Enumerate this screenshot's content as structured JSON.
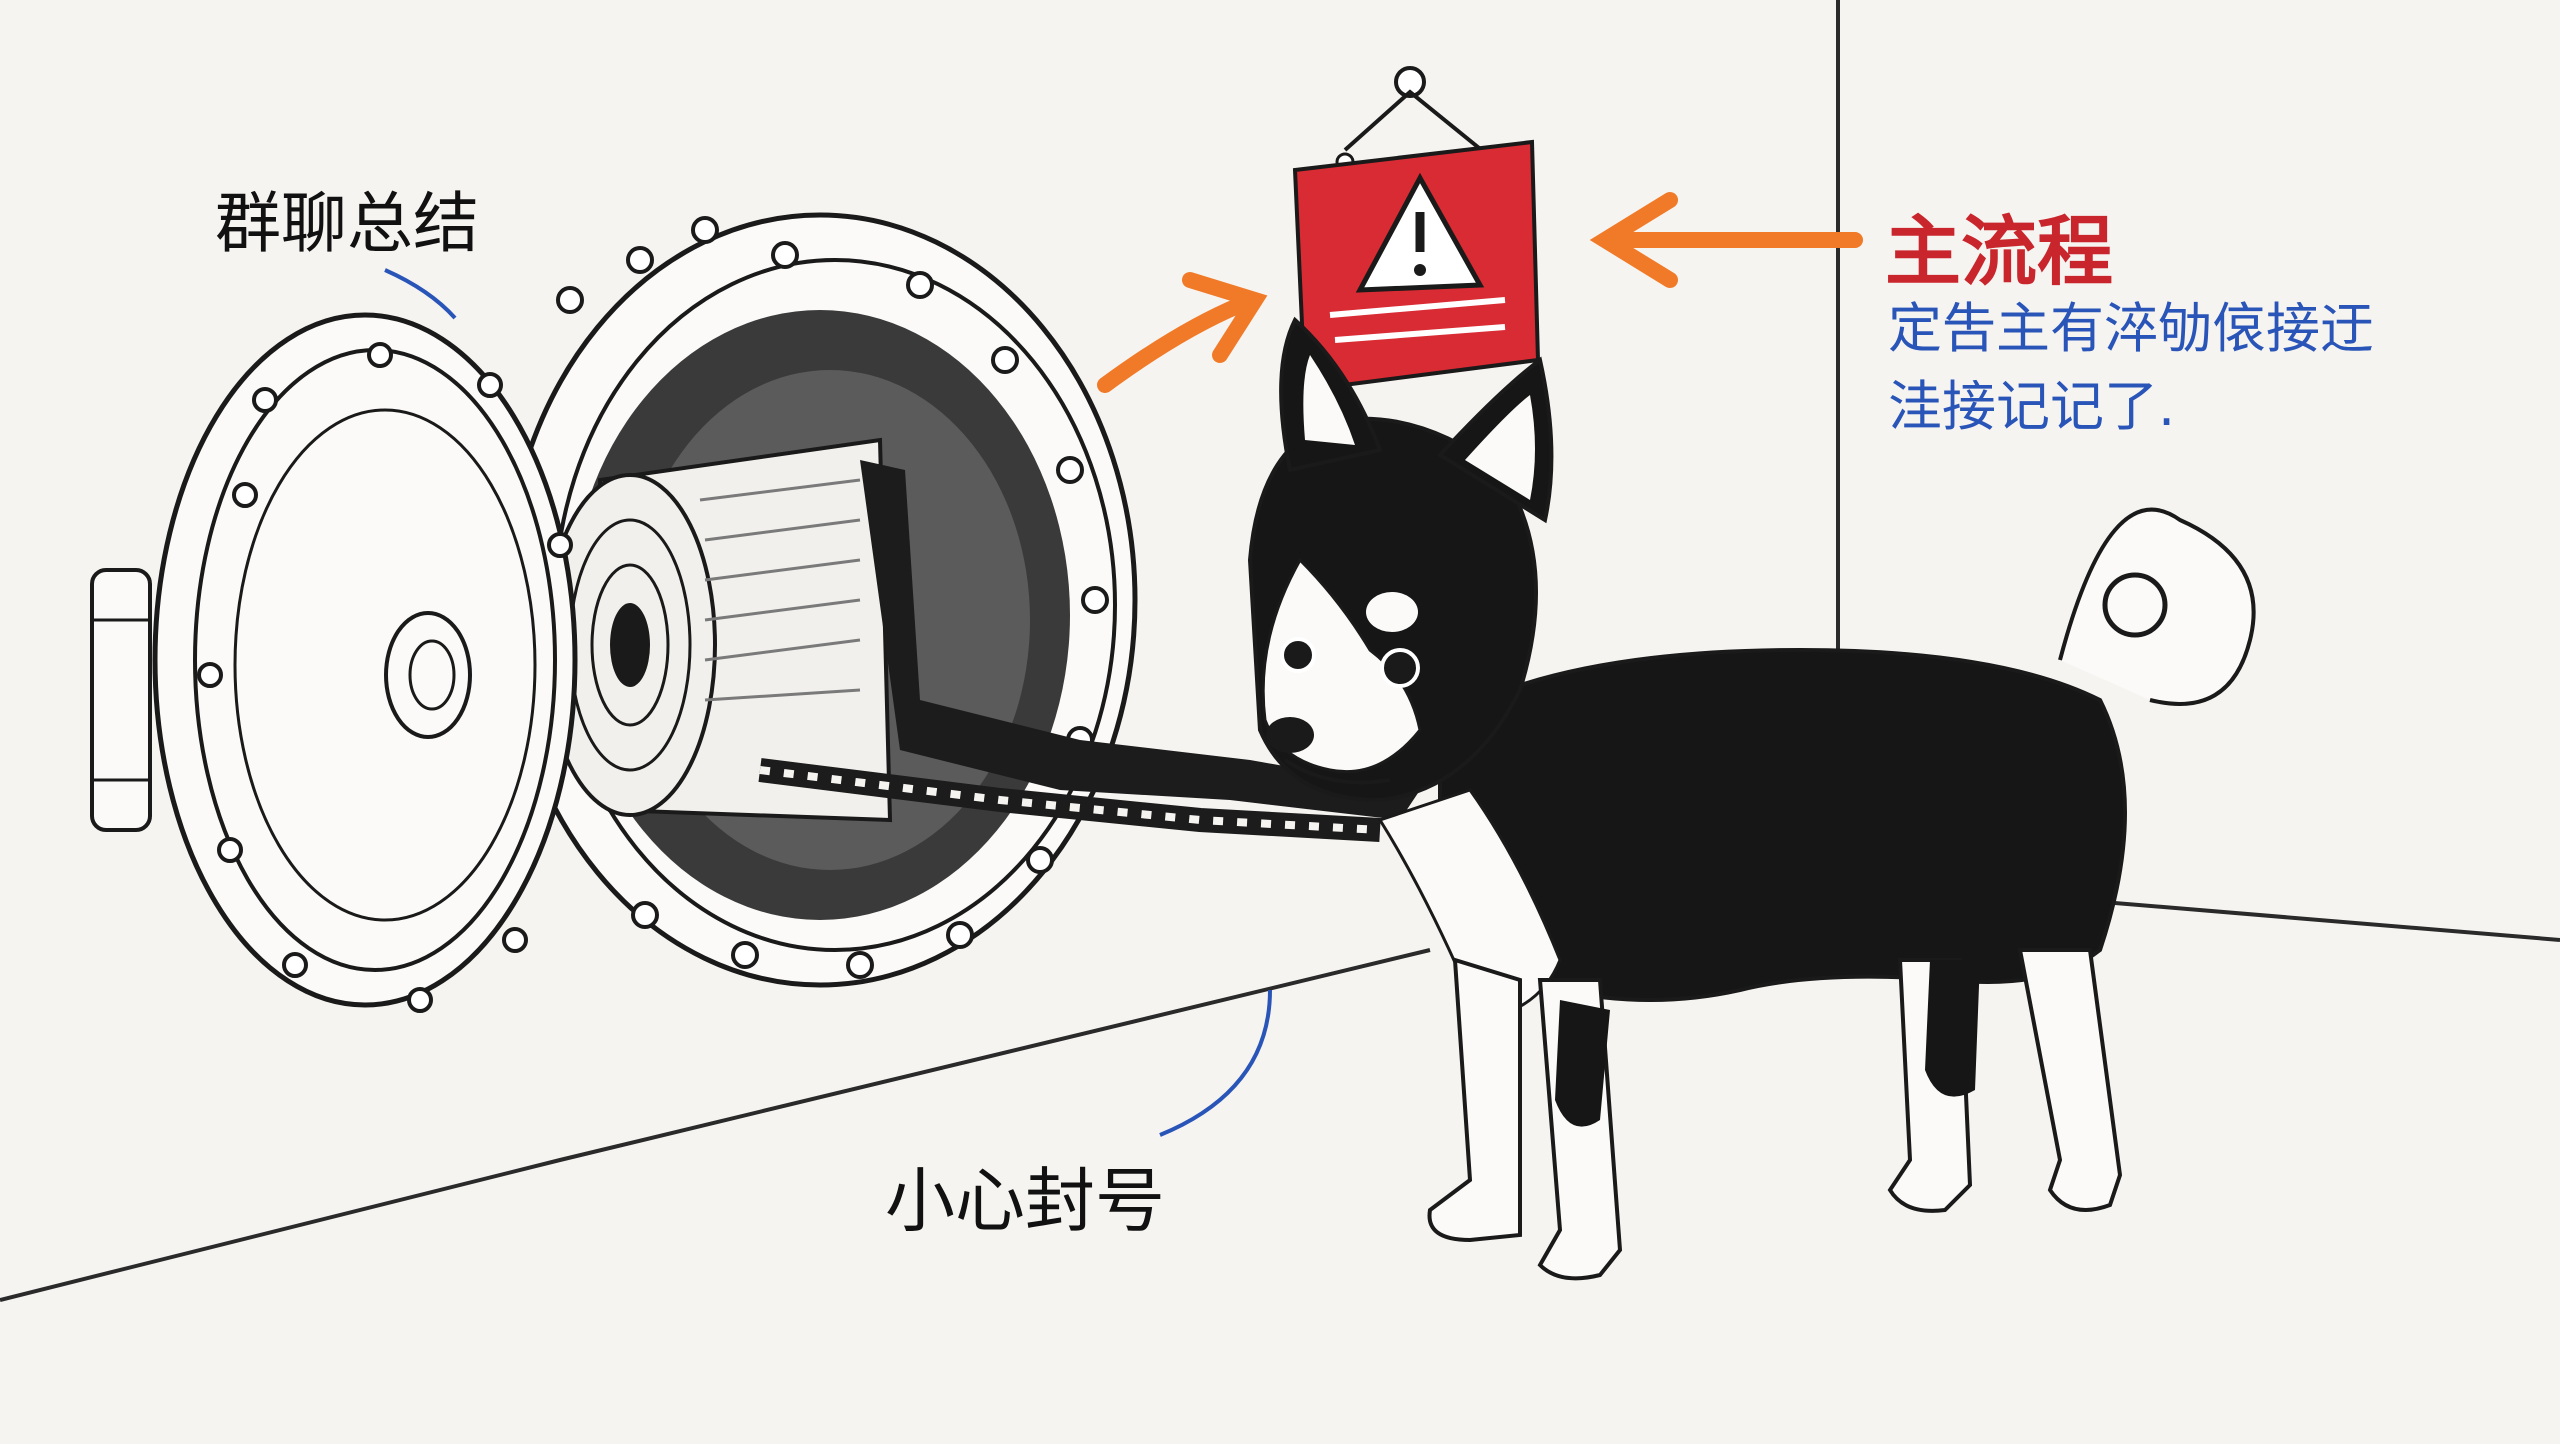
{
  "labels": {
    "group_summary": "群聊总结",
    "careful_ban": "小心封号",
    "main_flow": "主流程",
    "blue_note_line1": "定吿主有淬劬偯接迂",
    "blue_note_line2": "洼接记记了."
  },
  "icons": {
    "warning_sign": "warning-triangle-icon",
    "arrow_to_sign": "orange-arrow-icon",
    "arrow_from_text": "orange-arrow-icon"
  },
  "colors": {
    "background": "#f6f4f1",
    "sign_red": "#d92b33",
    "arrow_orange": "#f07a28",
    "note_blue": "#2a55b8",
    "title_red": "#c8262c",
    "line_black": "#1a1a1a"
  }
}
